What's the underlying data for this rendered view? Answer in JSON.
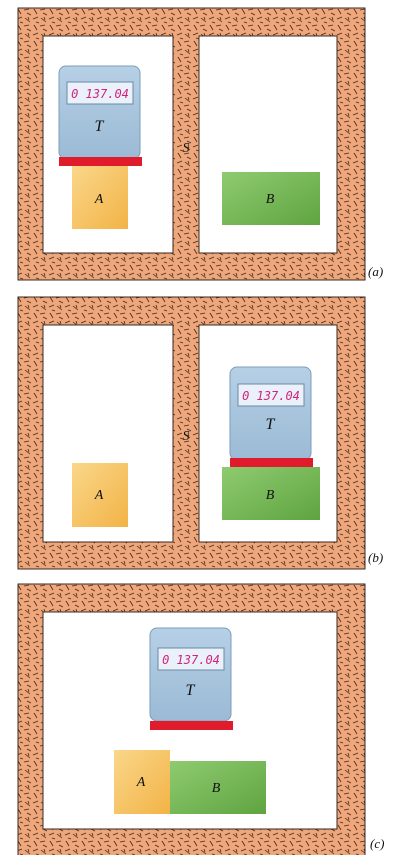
{
  "colors": {
    "insulation": "#EFA67A",
    "insulation_edge": "#3a2a20",
    "hatch": "#3b2a20",
    "chamber": "#ffffff",
    "thermometer_body": "#A9C6DE",
    "thermometer_edge": "#7d9db9",
    "thermometer_base": "#E01B2B",
    "lcd_bg": "#EAF1FA",
    "lcd_text": "#D0237A",
    "block_a": "#F7C766",
    "block_b": "#79B85A"
  },
  "thermometer": {
    "reading": "0 137.04",
    "label": "T"
  },
  "blocks": {
    "a": "A",
    "b": "B"
  },
  "wall_label": "S",
  "panels": [
    {
      "caption": "(a)"
    },
    {
      "caption": "(b)"
    },
    {
      "caption": "(c)"
    }
  ]
}
